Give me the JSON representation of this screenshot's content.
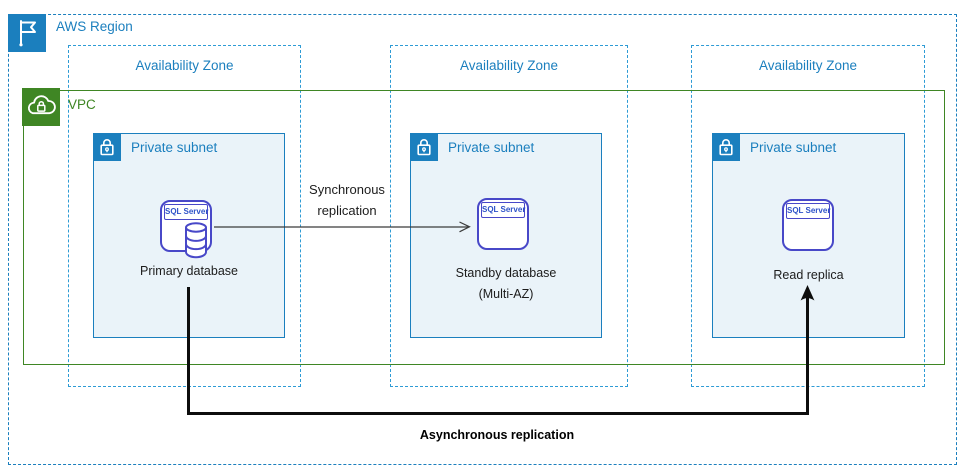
{
  "colors": {
    "region_blue": "#1B7FBE",
    "az_blue": "#2E9BD5",
    "vpc_green": "#3F8624",
    "subnet_blue": "#1B7FBE",
    "subnet_fill": "#EAF3F9",
    "sql_indigo": "#4848C8",
    "sql_text": "#2D52C8",
    "sync_arrow": "#3B3B3B",
    "async_arrow": "#0D0D0D",
    "text_dark": "#1C1C1C"
  },
  "region": {
    "label": "AWS Region"
  },
  "availability_zones": [
    {
      "label": "Availability Zone"
    },
    {
      "label": "Availability Zone"
    },
    {
      "label": "Availability Zone"
    }
  ],
  "vpc": {
    "label": "VPC"
  },
  "subnets": [
    {
      "label": "Private subnet"
    },
    {
      "label": "Private subnet"
    },
    {
      "label": "Private subnet"
    }
  ],
  "nodes": [
    {
      "icon": "sql-server-with-database-cylinder",
      "icon_label": "SQL Server",
      "caption": "Primary database"
    },
    {
      "icon": "sql-server",
      "icon_label": "SQL Server",
      "caption": "Standby database",
      "caption_sub": "(Multi-AZ)"
    },
    {
      "icon": "sql-server",
      "icon_label": "SQL Server",
      "caption": "Read replica"
    }
  ],
  "connections": [
    {
      "label": "Synchronous replication",
      "from": "Primary database",
      "to": "Standby database (Multi-AZ)",
      "style": "thin-open-arrow"
    },
    {
      "label": "Asynchronous replication",
      "from": "Primary database",
      "to": "Read replica",
      "style": "thick-black-arrow"
    }
  ]
}
